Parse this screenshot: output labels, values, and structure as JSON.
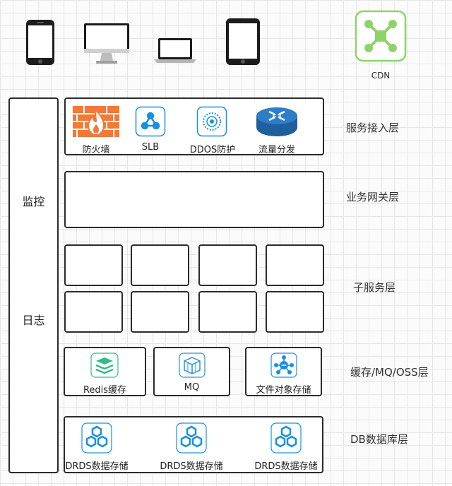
{
  "devices": [
    {
      "name": "phone-icon"
    },
    {
      "name": "desktop-monitor-icon"
    },
    {
      "name": "laptop-icon"
    },
    {
      "name": "tablet-icon"
    }
  ],
  "cdn": {
    "label": "CDN",
    "icon": "cdn-network-icon",
    "color": "#8fd26a"
  },
  "side_panel": {
    "monitor_label": "监控",
    "log_label": "日志"
  },
  "layers": {
    "access": {
      "label": "服务接入层",
      "items": [
        {
          "label": "防火墙",
          "icon": "firewall-icon"
        },
        {
          "label": "SLB",
          "icon": "slb-icon"
        },
        {
          "label": "DDOS防护",
          "icon": "ddos-protection-icon"
        },
        {
          "label": "流量分发",
          "icon": "traffic-router-icon"
        }
      ]
    },
    "gateway": {
      "label": "业务网关层"
    },
    "subservice": {
      "label": "子服务层"
    },
    "cache": {
      "label": "缓存/MQ/OSS层",
      "items": [
        {
          "label": "Redis缓存",
          "icon": "redis-icon"
        },
        {
          "label": "MQ",
          "icon": "mq-cube-icon"
        },
        {
          "label": "文件对象存储",
          "icon": "oss-icon"
        }
      ]
    },
    "db": {
      "label": "DB数据库层",
      "items": [
        {
          "label": "DRDS数据存储",
          "icon": "drds-icon"
        },
        {
          "label": "DRDS数据存储",
          "icon": "drds-icon"
        },
        {
          "label": "DRDS数据存储",
          "icon": "drds-icon"
        }
      ]
    }
  },
  "colors": {
    "border": "#2b2b2b",
    "firewall": "#f07a3a",
    "aliyun_blue": "#1a8fe0",
    "redis_green": "#35b98a"
  }
}
